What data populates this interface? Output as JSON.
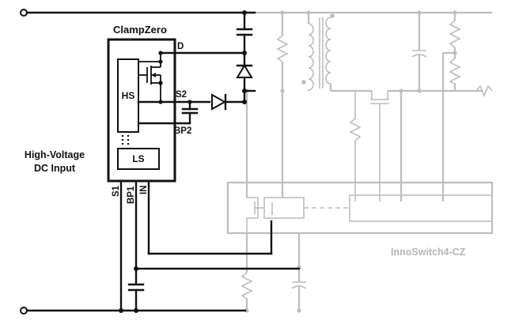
{
  "labels": {
    "clampzero": "ClampZero",
    "input_line1": "High-Voltage",
    "input_line2": "DC Input",
    "hs": "HS",
    "ls": "LS",
    "pin_d": "D",
    "pin_s2": "S2",
    "pin_bp2": "BP2",
    "pin_s1": "S1",
    "pin_bp1": "BP1",
    "pin_in": "IN",
    "innoswitch": "InnoSwitch4-CZ"
  },
  "colors": {
    "active": "#111111",
    "faded": "#bdbdbd"
  }
}
